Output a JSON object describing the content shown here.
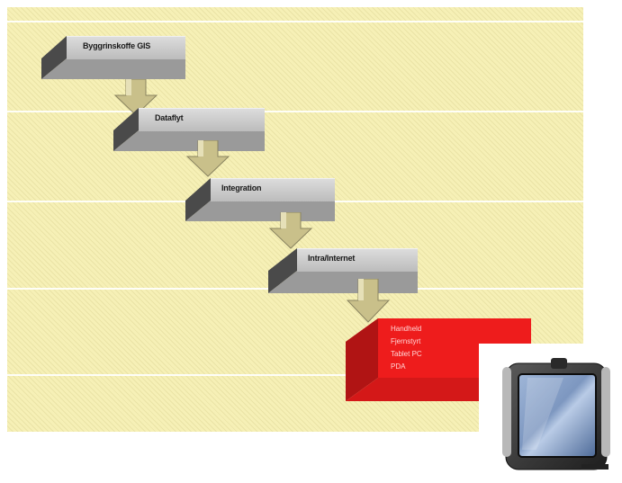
{
  "steps": [
    {
      "label": "Byggrinskoffe GIS"
    },
    {
      "label": "Dataflyt"
    },
    {
      "label": "Integration"
    },
    {
      "label": "Intra/Internet"
    }
  ],
  "final_step": {
    "lines": [
      "Handheld",
      "Fjernstyrt",
      "Tablet PC",
      "PDA"
    ]
  },
  "colors": {
    "background": "#f6f0b6",
    "step_face": "#cfcfcf",
    "step_side": "#4a4a4a",
    "arrow": "#c9c08a",
    "final": "#ee1c1c"
  }
}
